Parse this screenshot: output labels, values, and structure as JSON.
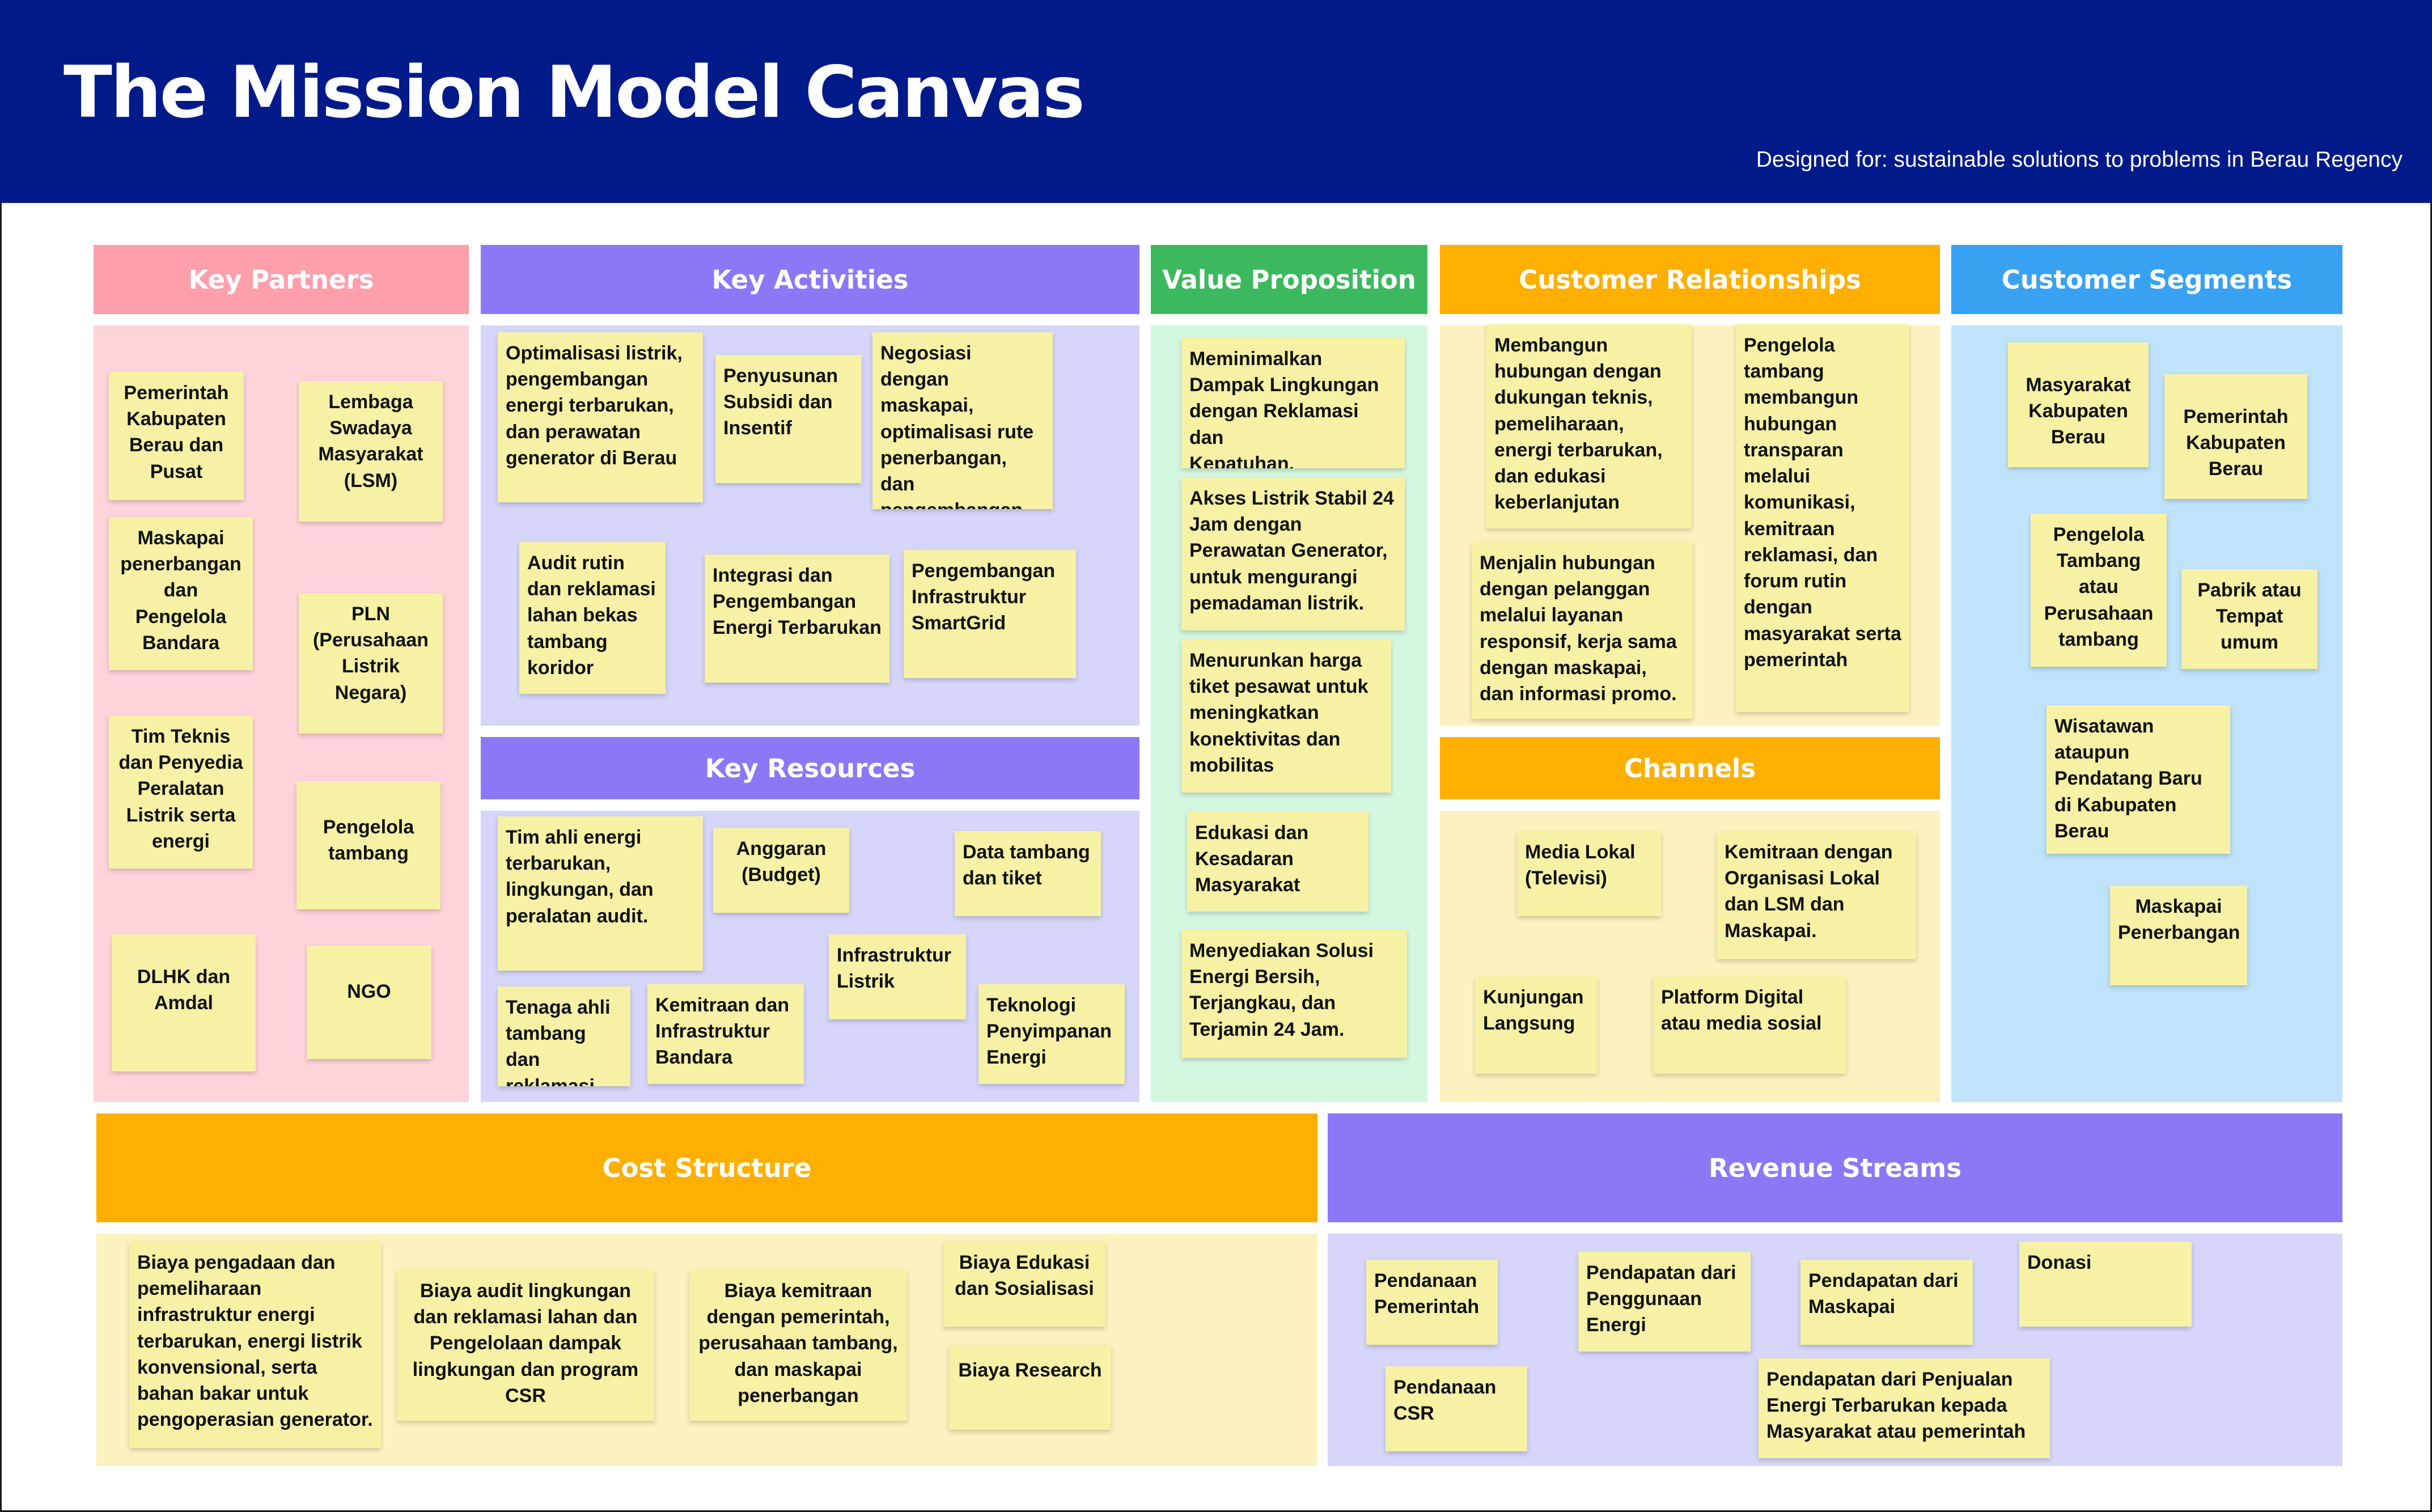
{
  "header": {
    "title": "The Mission Model Canvas",
    "subtitle": "Designed for: sustainable solutions to problems in Berau Regency"
  },
  "colors": {
    "header_bg": "#001a8a",
    "key_partners": "#ff9fab",
    "key_activities": "#8c78f6",
    "key_resources": "#8c78f6",
    "value_proposition": "#3cb95e",
    "customer_relationships": "#ffaf00",
    "channels": "#ffaf00",
    "customer_segments": "#38a1f2",
    "cost_structure": "#ffaf00",
    "revenue_streams": "#8c78f6",
    "sticky_note": "#f6f1a4"
  },
  "sections": {
    "key_partners": {
      "title": "Key Partners",
      "notes": [
        "Pemerintah\nKabupaten\nBerau dan\nPusat",
        "Lembaga\nSwadaya\nMasyarakat\n(LSM)",
        "Maskapai\npenerbangan\ndan\nPengelola\nBandara",
        "PLN\n(Perusahaan\nListrik\nNegara)",
        "Tim Teknis\ndan Penyedia\nPeralatan\nListrik serta\nenergi",
        "Pengelola\ntambang",
        "DLHK dan\nAmdal",
        "NGO"
      ]
    },
    "key_activities": {
      "title": "Key Activities",
      "notes": [
        "Optimalisasi listrik,\npengembangan\nenergi terbarukan,\ndan perawatan\ngenerator di Berau",
        "Penyusunan\nSubsidi dan\nInsentif",
        "Negosiasi dengan\nmaskapai,\noptimalisasi rute\npenerbangan, dan\npengembangan\nbandara",
        "Audit rutin\ndan reklamasi\nlahan bekas\ntambang\nkoridor",
        "Integrasi dan\nPengembangan\nEnergi Terbarukan",
        "Pengembangan\nInfrastruktur\nSmartGrid"
      ]
    },
    "key_resources": {
      "title": "Key Resources",
      "notes": [
        "Tim ahli energi\nterbarukan,\nlingkungan, dan\nperalatan audit.",
        "Anggaran\n(Budget)",
        "Data tambang\ndan tiket",
        "Infrastruktur\nListrik",
        "Tenaga ahli\ntambang dan\nreklamasi",
        "Kemitraan dan\nInfrastruktur\nBandara",
        "Teknologi\nPenyimpanan\nEnergi"
      ]
    },
    "value_proposition": {
      "title": "Value Proposition",
      "notes": [
        "Meminimalkan\nDampak Lingkungan\ndengan Reklamasi dan\nKepatuhan.",
        "Akses Listrik Stabil 24\nJam dengan\nPerawatan Generator,\nuntuk mengurangi\npemadaman listrik.",
        "Menurunkan harga\ntiket pesawat untuk\nmeningkatkan\nkonektivitas dan\nmobilitas",
        "Edukasi dan\nKesadaran\nMasyarakat",
        "Menyediakan Solusi\nEnergi Bersih,\nTerjangkau, dan\nTerjamin 24 Jam."
      ]
    },
    "customer_relationships": {
      "title": "Customer Relationships",
      "notes": [
        "Membangun\nhubungan dengan\ndukungan teknis,\npemeliharaan,\nenergi terbarukan,\ndan edukasi\nkeberlanjutan",
        "Pengelola\ntambang\nmembangun\nhubungan\ntransparan\nmelalui\nkomunikasi,\nkemitraan\nreklamasi, dan\nforum rutin\ndengan\nmasyarakat serta\npemerintah",
        "Menjalin hubungan\ndengan pelanggan\nmelalui layanan\nresponsif, kerja sama\ndengan maskapai,\ndan informasi promo."
      ]
    },
    "channels": {
      "title": "Channels",
      "notes": [
        "Media Lokal\n(Televisi)",
        "Kemitraan dengan\nOrganisasi Lokal\ndan LSM dan\nMaskapai.",
        "Kunjungan\nLangsung",
        "Platform Digital\natau media sosial"
      ]
    },
    "customer_segments": {
      "title": "Customer Segments",
      "notes": [
        "Masyarakat\nKabupaten\nBerau",
        "Pemerintah\nKabupaten\nBerau",
        "Pengelola\nTambang\natau\nPerusahaan\ntambang",
        "Pabrik atau\nTempat\numum",
        "Wisatawan\nataupun\nPendatang Baru\ndi Kabupaten\nBerau",
        "Maskapai\nPenerbangan"
      ]
    },
    "cost_structure": {
      "title": "Cost Structure",
      "notes": [
        "Biaya pengadaan dan\npemeliharaan\ninfrastruktur energi\nterbarukan, energi listrik\nkonvensional, serta\nbahan bakar untuk\npengoperasian generator.",
        "Biaya audit lingkungan\ndan reklamasi lahan dan\nPengelolaan dampak\nlingkungan dan program\nCSR",
        "Biaya kemitraan\ndengan pemerintah,\nperusahaan tambang,\ndan maskapai\npenerbangan",
        "Biaya Edukasi\ndan Sosialisasi",
        "Biaya Research"
      ]
    },
    "revenue_streams": {
      "title": "Revenue Streams",
      "notes": [
        "Pendanaan\nPemerintah",
        "Pendapatan dari\nPenggunaan\nEnergi",
        "Pendapatan dari\nMaskapai",
        "Donasi",
        "Pendanaan\nCSR",
        "Pendapatan dari Penjualan\nEnergi Terbarukan kepada\nMasyarakat atau pemerintah"
      ]
    }
  }
}
